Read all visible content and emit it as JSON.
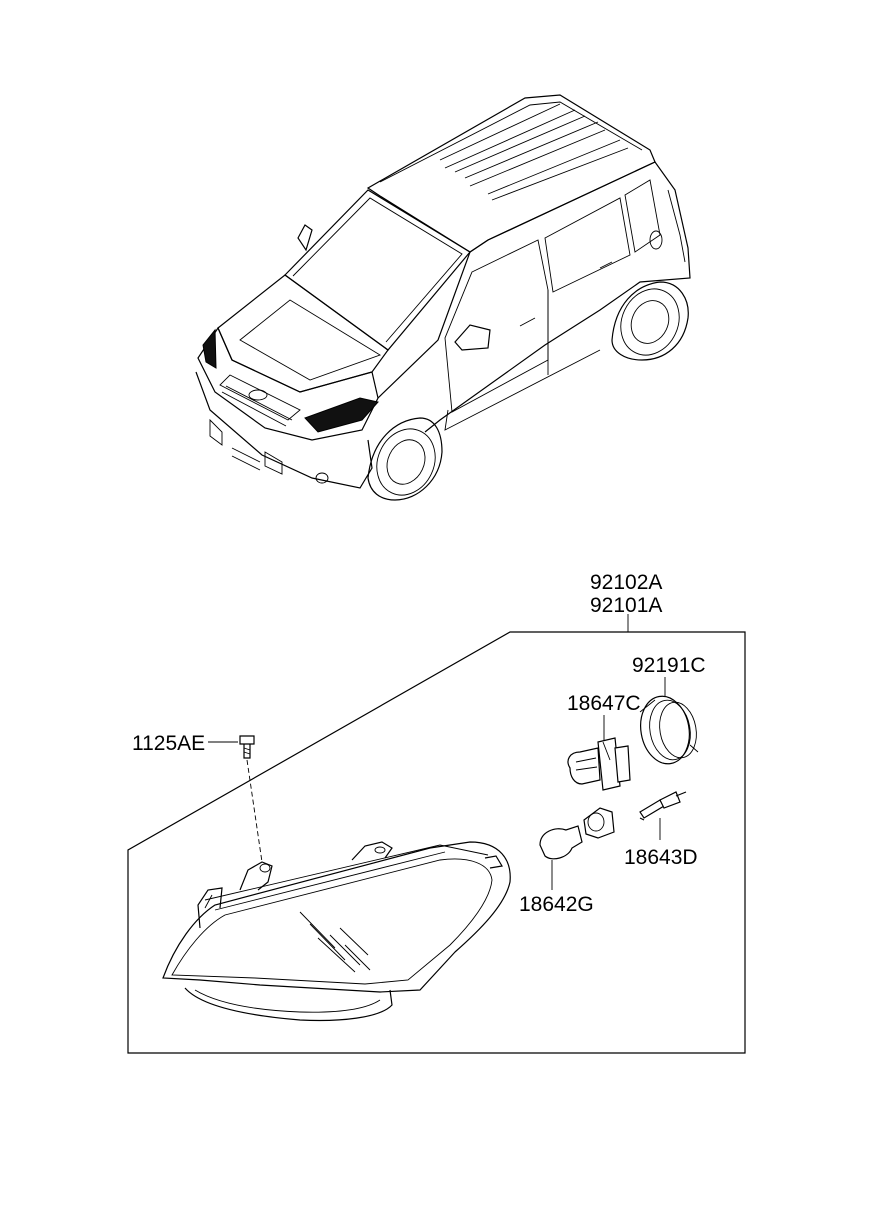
{
  "parts": {
    "assembly_rh": "92102A",
    "assembly_lh": "92101A",
    "socket_cover": "92191C",
    "bulb_headlamp": "18647C",
    "screw": "1125AE",
    "bulb_side": "18643D",
    "bulb_turn": "18642G"
  }
}
